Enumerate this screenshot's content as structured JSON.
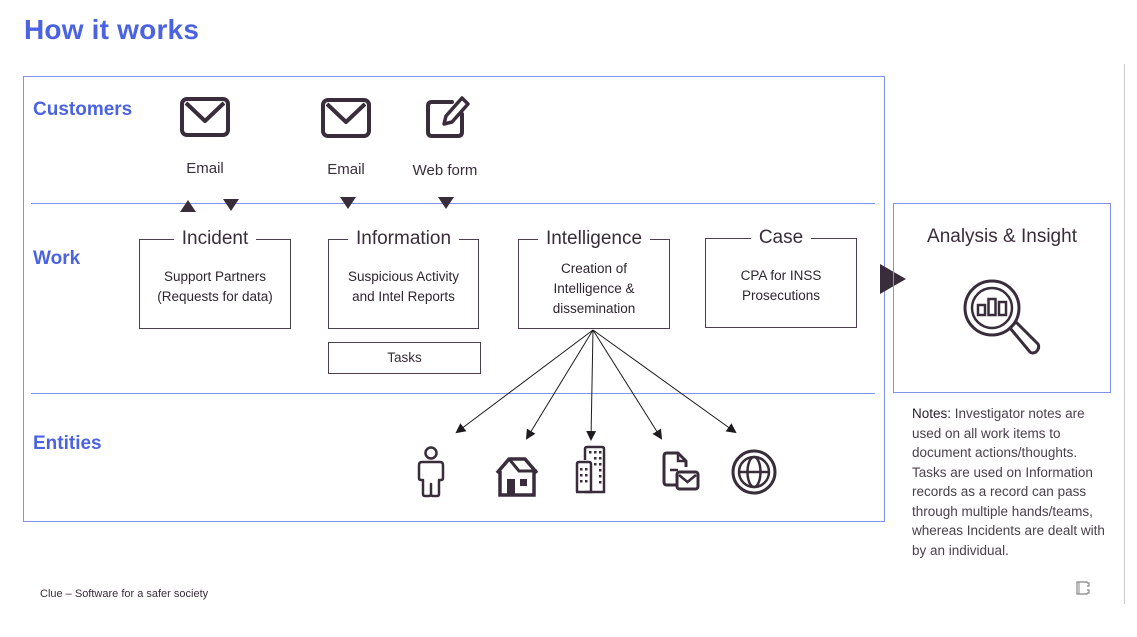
{
  "page": {
    "title": "How it works",
    "footer": "Clue – Software for a safer society"
  },
  "rows": {
    "customers": "Customers",
    "work": "Work",
    "entities": "Entities"
  },
  "customers": [
    {
      "label": "Email",
      "icon": "envelope-icon"
    },
    {
      "label": "Email",
      "icon": "envelope-icon"
    },
    {
      "label": "Web form",
      "icon": "edit-form-icon"
    }
  ],
  "work_items": [
    {
      "title": "Incident",
      "body": [
        "Support Partners",
        "(Requests for data)"
      ]
    },
    {
      "title": "Information",
      "body": [
        "Suspicious Activity",
        "and Intel Reports"
      ]
    },
    {
      "title": "Intelligence",
      "body": [
        "Creation of",
        "Intelligence &",
        "dissemination"
      ]
    },
    {
      "title": "Case",
      "body": [
        "CPA for INSS",
        "Prosecutions"
      ]
    }
  ],
  "tasks": {
    "label": "Tasks"
  },
  "entities": [
    {
      "icon": "person-icon"
    },
    {
      "icon": "house-icon"
    },
    {
      "icon": "building-icon"
    },
    {
      "icon": "document-mail-icon"
    },
    {
      "icon": "globe-icon"
    }
  ],
  "insight": {
    "title": "Analysis & Insight",
    "icon": "magnifier-chart-icon"
  },
  "notes": {
    "label": "Notes:",
    "text": " Investigator notes are used on all work items to document actions/thoughts. Tasks are used on Information records as a record can pass through multiple hands/teams, whereas Incidents are dealt with by an individual."
  },
  "colors": {
    "accent": "#4b63e0",
    "frame": "#7f93ec",
    "ink": "#3a2d3b"
  }
}
